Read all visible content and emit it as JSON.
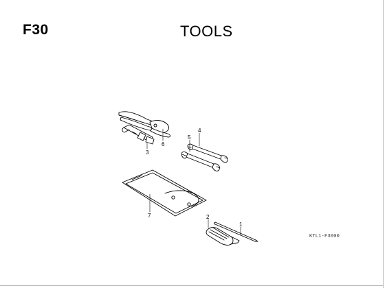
{
  "header": {
    "section_code": "F30",
    "title": "TOOLS"
  },
  "parts": [
    {
      "ref": "1"
    },
    {
      "ref": "2"
    },
    {
      "ref": "3"
    },
    {
      "ref": "4"
    },
    {
      "ref": "5"
    },
    {
      "ref": "6"
    },
    {
      "ref": "7"
    }
  ],
  "figure_code": "KTL1-F3000"
}
